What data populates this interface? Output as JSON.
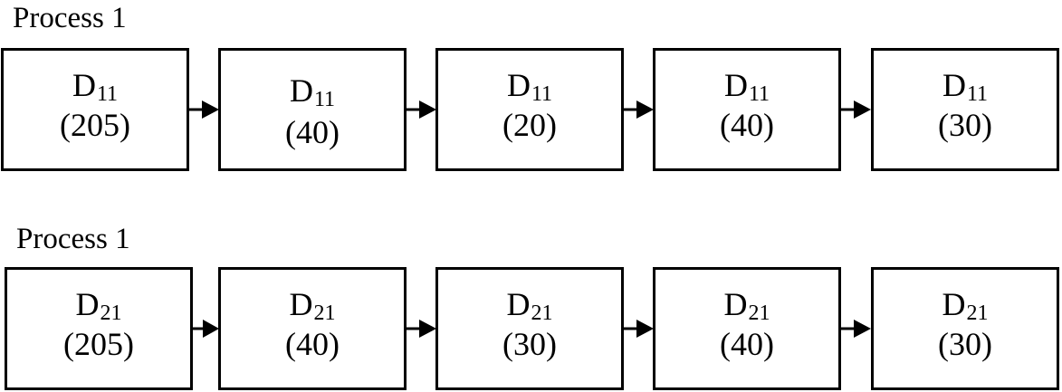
{
  "processes": [
    {
      "title": "Process 1",
      "steps": [
        {
          "label": "D",
          "sub": "11",
          "value": "(205)"
        },
        {
          "label": "D",
          "sub": "11",
          "value": "(40)"
        },
        {
          "label": "D",
          "sub": "11",
          "value": "(20)"
        },
        {
          "label": "D",
          "sub": "11",
          "value": "(40)"
        },
        {
          "label": "D",
          "sub": "11",
          "value": "(30)"
        }
      ]
    },
    {
      "title": "Process 1",
      "steps": [
        {
          "label": "D",
          "sub": "21",
          "value": "(205)"
        },
        {
          "label": "D",
          "sub": "21",
          "value": "(40)"
        },
        {
          "label": "D",
          "sub": "21",
          "value": "(30)"
        },
        {
          "label": "D",
          "sub": "21",
          "value": "(40)"
        },
        {
          "label": "D",
          "sub": "21",
          "value": "(30)"
        }
      ]
    }
  ]
}
